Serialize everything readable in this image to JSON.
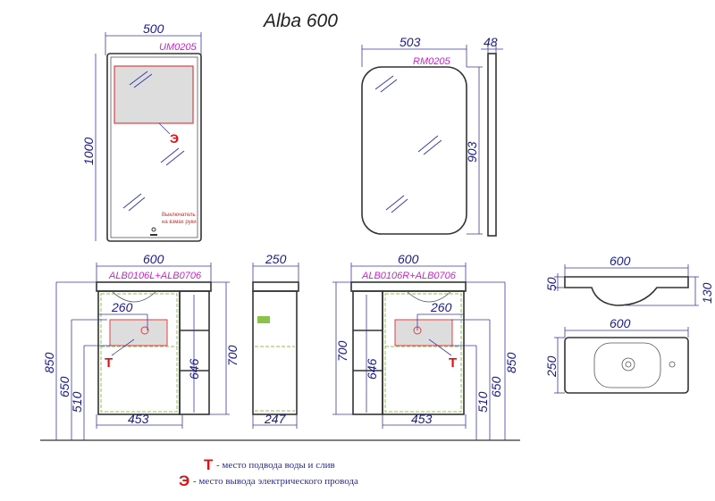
{
  "title": "Alba 600",
  "mirror_left": {
    "code": "UM0205",
    "width": "500",
    "height": "1000",
    "switch_note_line1": "Выключатель",
    "switch_note_line2": "на взмах руки",
    "electric_mark": "Э"
  },
  "mirror_right": {
    "code": "RM0205",
    "width": "503",
    "height": "903",
    "depth": "48"
  },
  "cabinet_left": {
    "code": "ALB0106L+ALB0706",
    "width": "600",
    "h850": "850",
    "h650": "650",
    "h510": "510",
    "h700": "700",
    "h646": "646",
    "w260": "260",
    "w453": "453",
    "water_mark": "Т"
  },
  "cabinet_side": {
    "top": "250",
    "bottom": "247"
  },
  "cabinet_right": {
    "code": "ALB0106R+ALB0706",
    "width": "600",
    "h850": "850",
    "h650": "650",
    "h510": "510",
    "h700": "700",
    "h646": "646",
    "w260": "260",
    "w453": "453",
    "water_mark": "Т"
  },
  "sink_front": {
    "width": "600",
    "h50": "50",
    "h130": "130"
  },
  "sink_plan": {
    "width": "600",
    "depth": "250"
  },
  "legend": [
    {
      "mark": "Т",
      "text": "- место подвода воды и слив"
    },
    {
      "mark": "Э",
      "text": "- место вывода электрического провода"
    }
  ]
}
